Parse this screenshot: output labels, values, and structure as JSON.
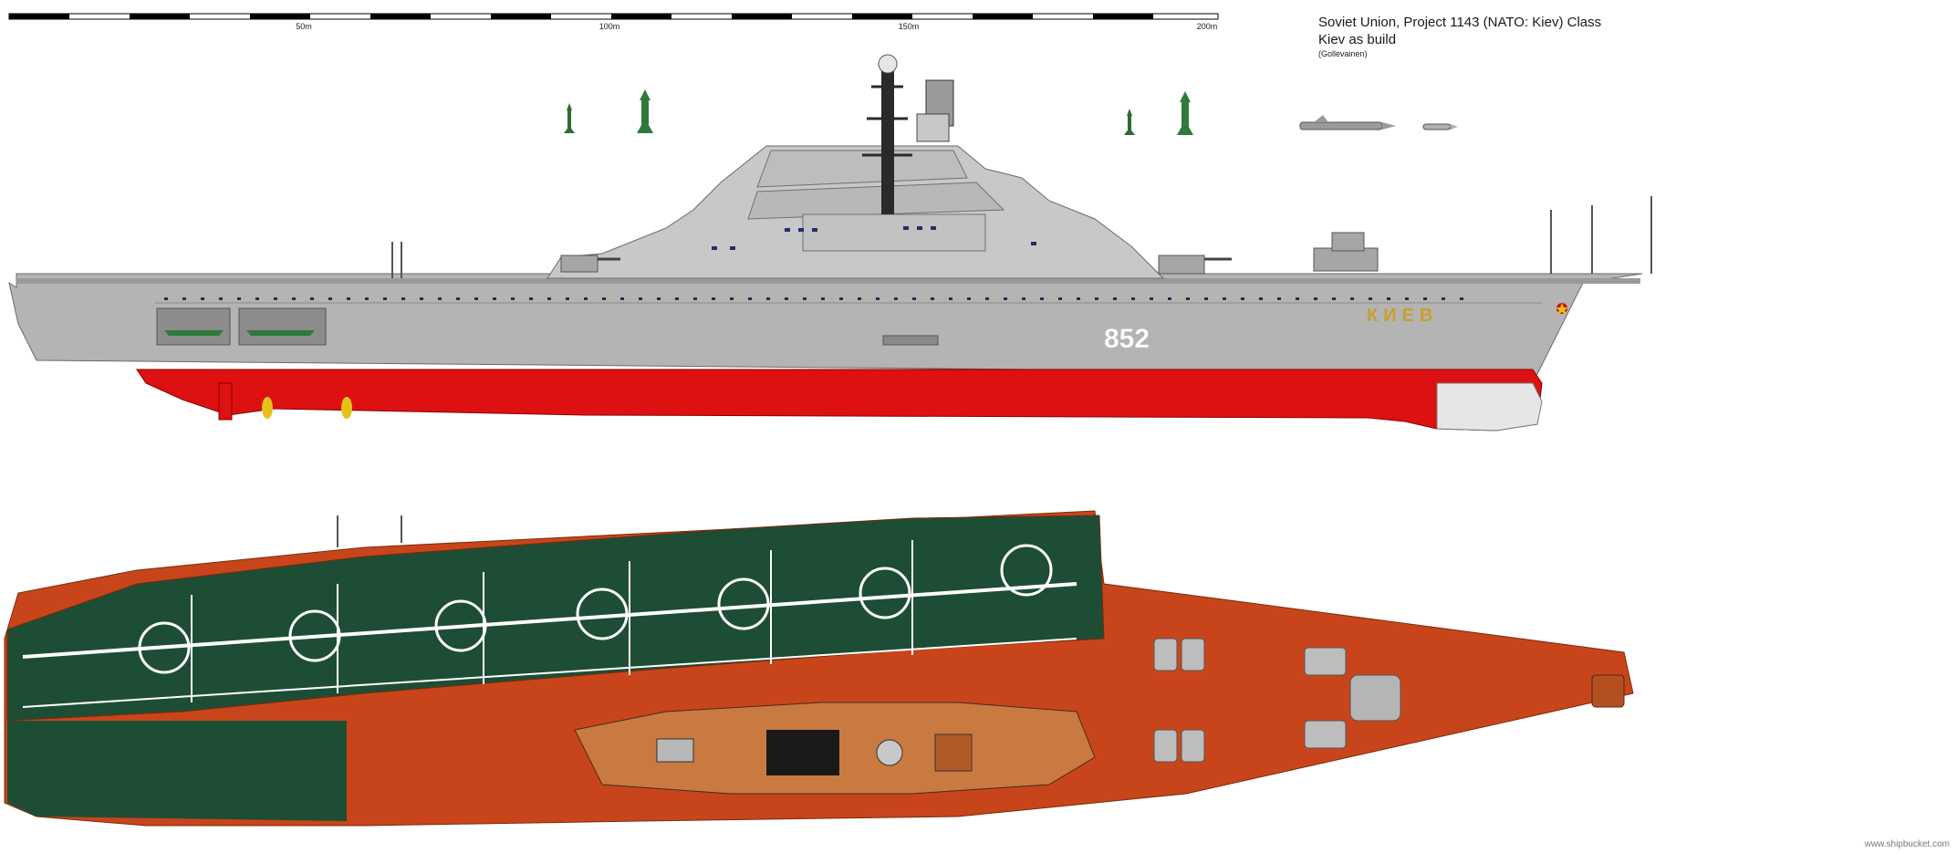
{
  "header": {
    "title": "Soviet Union, Project 1143 (NATO: Kiev) Class",
    "subtitle": "Kiev as build",
    "author": "(Gollevainen)"
  },
  "scale_bar": {
    "labels": [
      "50m",
      "100m",
      "150m",
      "200m"
    ]
  },
  "side_view": {
    "hull_number": "852",
    "ship_name": "КИЕВ"
  },
  "footer": {
    "credit": "www.shipbucket.com"
  },
  "colors": {
    "hull_grey": "#b4b4b4",
    "superstructure_grey": "#c8c8c8",
    "antifouling_red": "#dd1111",
    "deck_green": "#1e4d35",
    "deck_orange": "#c8451b",
    "name_gold": "#c8a02a"
  }
}
